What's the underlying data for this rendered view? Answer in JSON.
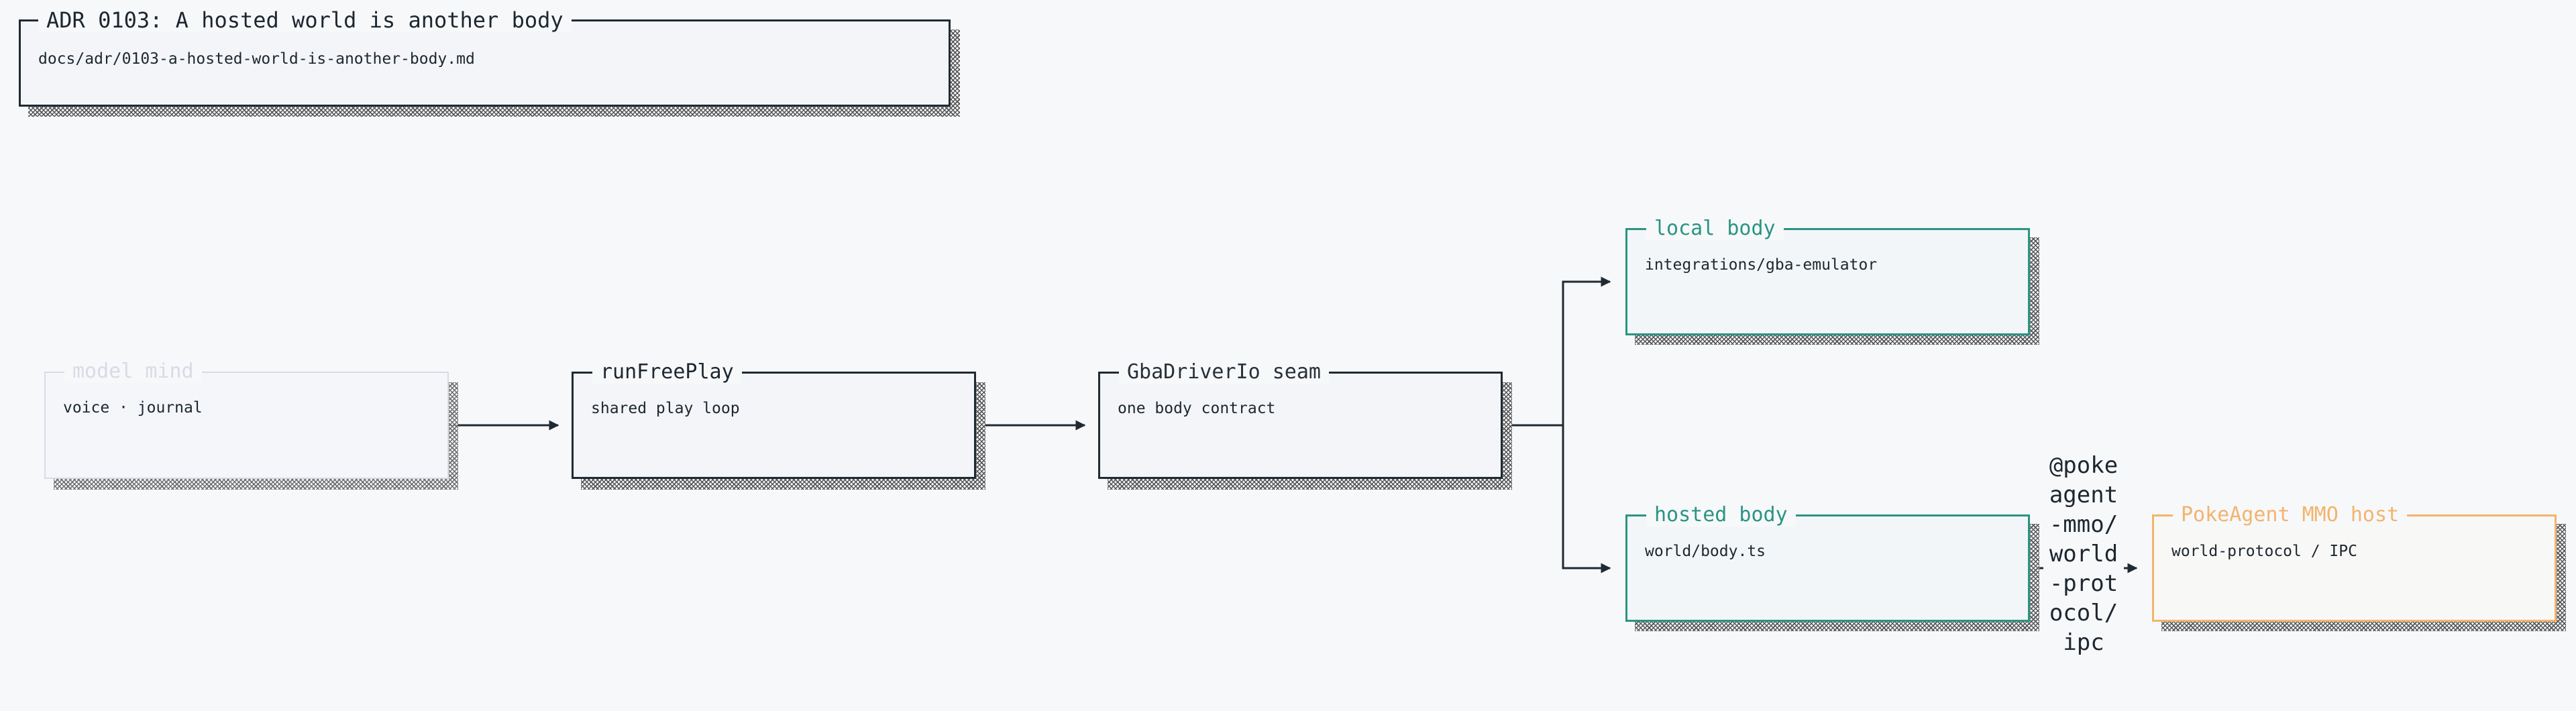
{
  "header": {
    "title": "ADR 0103: A hosted world is another body",
    "path": "docs/adr/0103-a-hosted-world-is-another-body.md"
  },
  "nodes": {
    "model_mind": {
      "title": "model mind",
      "detail": "voice · journal"
    },
    "run_free_play": {
      "title": "runFreePlay",
      "detail": "shared play loop"
    },
    "gba_driver_io": {
      "title": "GbaDriverIo seam",
      "detail": "one body contract"
    },
    "local_body": {
      "title": "local body",
      "detail": "integrations/gba-emulator"
    },
    "hosted_body": {
      "title": "hosted body",
      "detail": "world/body.ts"
    },
    "mmo_host": {
      "title": "PokeAgent MMO host",
      "detail": "world-protocol / IPC"
    }
  },
  "edges": {
    "hosted_to_host_label": "@pokeagent-mmo/world-protocol/ipc"
  },
  "colors": {
    "ink": "#1f2a33",
    "faded": "#d8dbe6",
    "teal": "#2a9484",
    "orange": "#f3b46c"
  }
}
